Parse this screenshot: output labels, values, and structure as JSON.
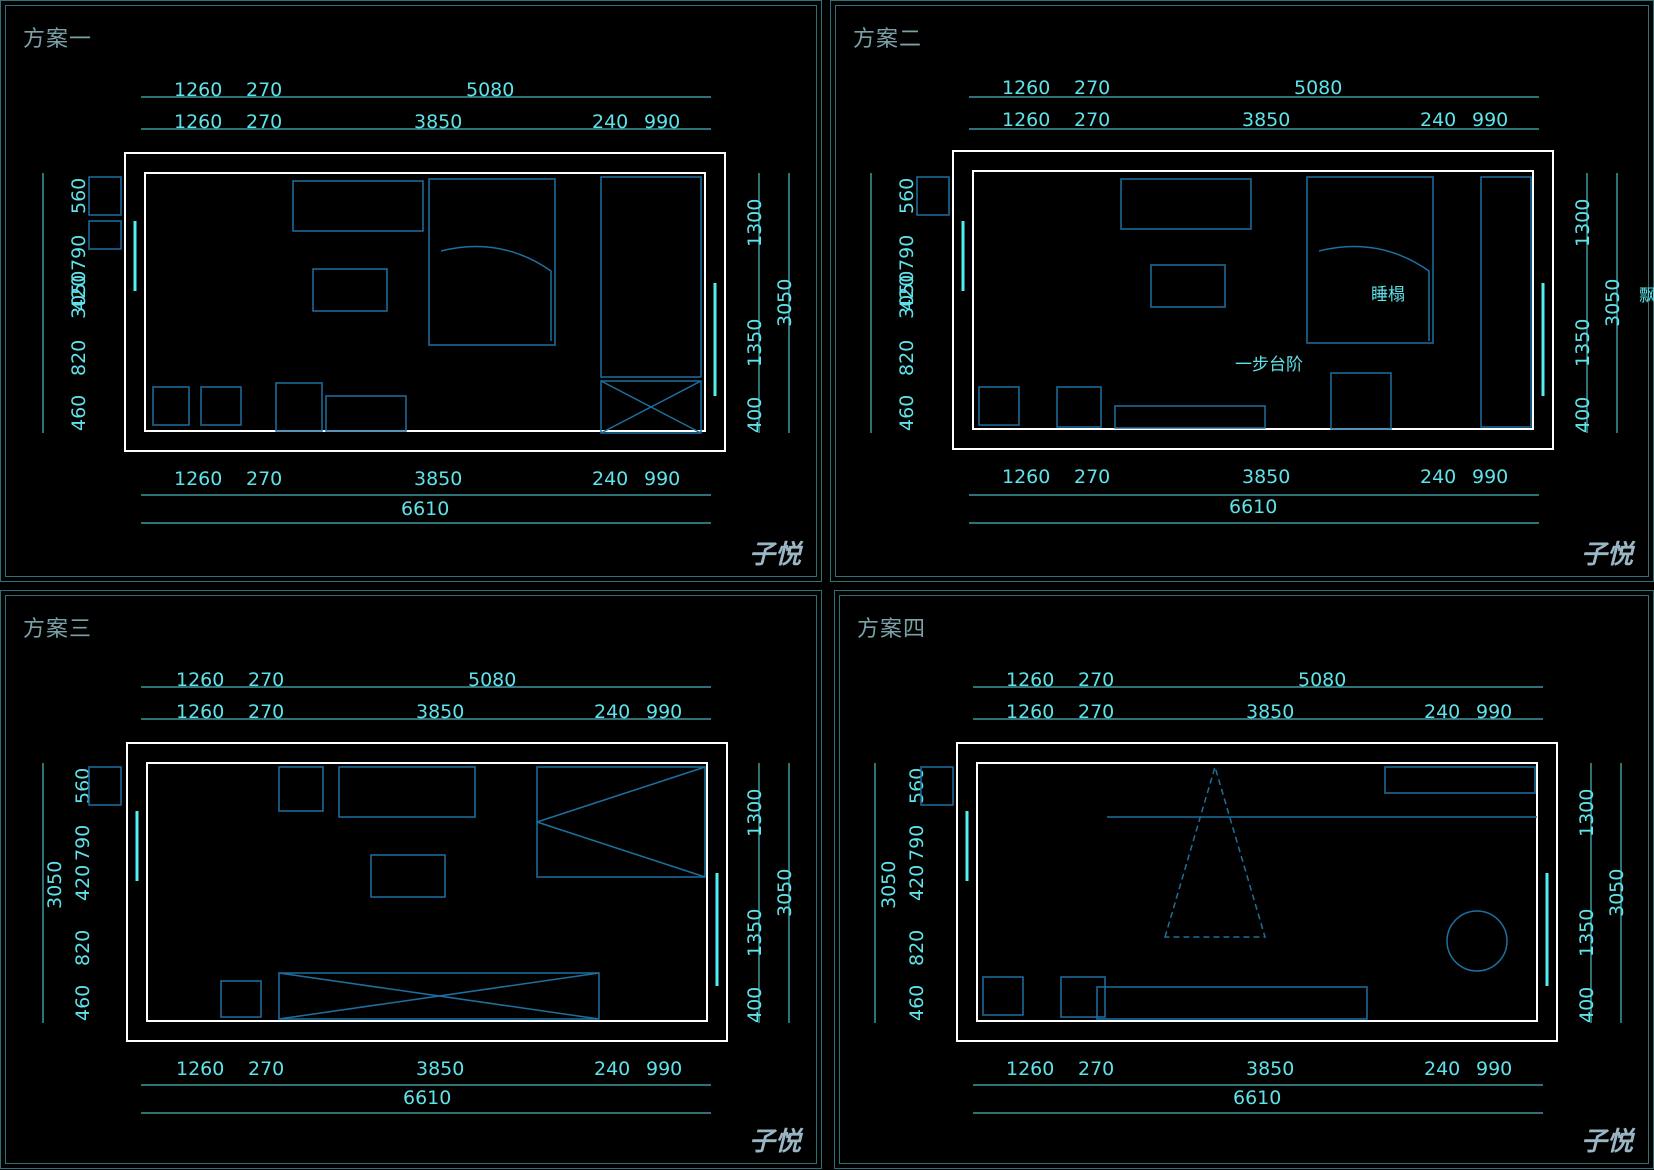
{
  "panels": [
    {
      "title": "方案一",
      "dims_top_total": [
        "1260",
        "270",
        "5080"
      ],
      "dims_top": [
        "1260",
        "270",
        "3850",
        "240",
        "990"
      ],
      "dims_bottom": [
        "1260",
        "270",
        "3850",
        "240",
        "990"
      ],
      "dims_bottom_total": "6610",
      "dims_left": [
        "560",
        "790",
        "420",
        "820",
        "460"
      ],
      "dims_left_total": "3050",
      "dims_right": [
        "1300",
        "1350",
        "400"
      ],
      "dims_right_total": "3050",
      "signature": "子悦"
    },
    {
      "title": "方案二",
      "dims_top_total": [
        "1260",
        "270",
        "5080"
      ],
      "dims_top": [
        "1260",
        "270",
        "3850",
        "240",
        "990"
      ],
      "dims_bottom": [
        "1260",
        "270",
        "3850",
        "240",
        "990"
      ],
      "dims_bottom_total": "6610",
      "dims_left": [
        "560",
        "790",
        "420",
        "820",
        "460"
      ],
      "dims_left_total": "3050",
      "dims_right": [
        "1300",
        "1350",
        "400"
      ],
      "dims_right_total": "3050",
      "labels": [
        "睡榻",
        "一步台阶",
        "飘"
      ],
      "signature": "子悦"
    },
    {
      "title": "方案三",
      "dims_top_total": [
        "1260",
        "270",
        "5080"
      ],
      "dims_top": [
        "1260",
        "270",
        "3850",
        "240",
        "990"
      ],
      "dims_bottom": [
        "1260",
        "270",
        "3850",
        "240",
        "990"
      ],
      "dims_bottom_total": "6610",
      "dims_left": [
        "560",
        "790",
        "420",
        "820",
        "460"
      ],
      "dims_left_total": "3050",
      "dims_right": [
        "1300",
        "1350",
        "400"
      ],
      "dims_right_total": "3050",
      "signature": "子悦"
    },
    {
      "title": "方案四",
      "dims_top_total": [
        "1260",
        "270",
        "5080"
      ],
      "dims_top": [
        "1260",
        "270",
        "3850",
        "240",
        "990"
      ],
      "dims_bottom": [
        "1260",
        "270",
        "3850",
        "240",
        "990"
      ],
      "dims_bottom_total": "6610",
      "dims_left": [
        "560",
        "790",
        "420",
        "820",
        "460"
      ],
      "dims_left_total": "3050",
      "dims_right": [
        "1300",
        "1350",
        "400"
      ],
      "dims_right_total": "3050",
      "signature": "子悦"
    }
  ],
  "colors": {
    "background": "#000000",
    "wall": "#ffffff",
    "furniture": "#1e6fa0",
    "dimension": "#5ee3ea",
    "window": "#4ff0f0",
    "frame": "#2f6f78"
  }
}
